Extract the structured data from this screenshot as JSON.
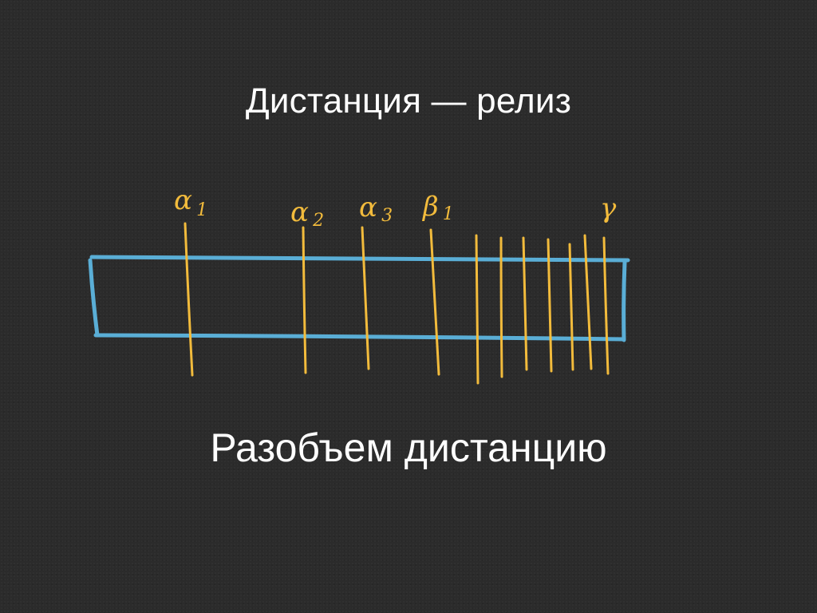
{
  "slide": {
    "title": "Дистанция — релиз",
    "caption": "Разобъем дистанцию"
  },
  "colors": {
    "background": "#2b2b2b",
    "text": "#ffffff",
    "bar": "#5aaed6",
    "marker": "#f2bb3c"
  },
  "markers": [
    {
      "id": "alpha-1",
      "symbol": "α",
      "sub": "1"
    },
    {
      "id": "alpha-2",
      "symbol": "α",
      "sub": "2"
    },
    {
      "id": "alpha-3",
      "symbol": "α",
      "sub": "3"
    },
    {
      "id": "beta-1",
      "symbol": "β",
      "sub": "1"
    },
    {
      "id": "gamma",
      "symbol": "γ",
      "sub": ""
    }
  ],
  "extra_division_count": 7
}
